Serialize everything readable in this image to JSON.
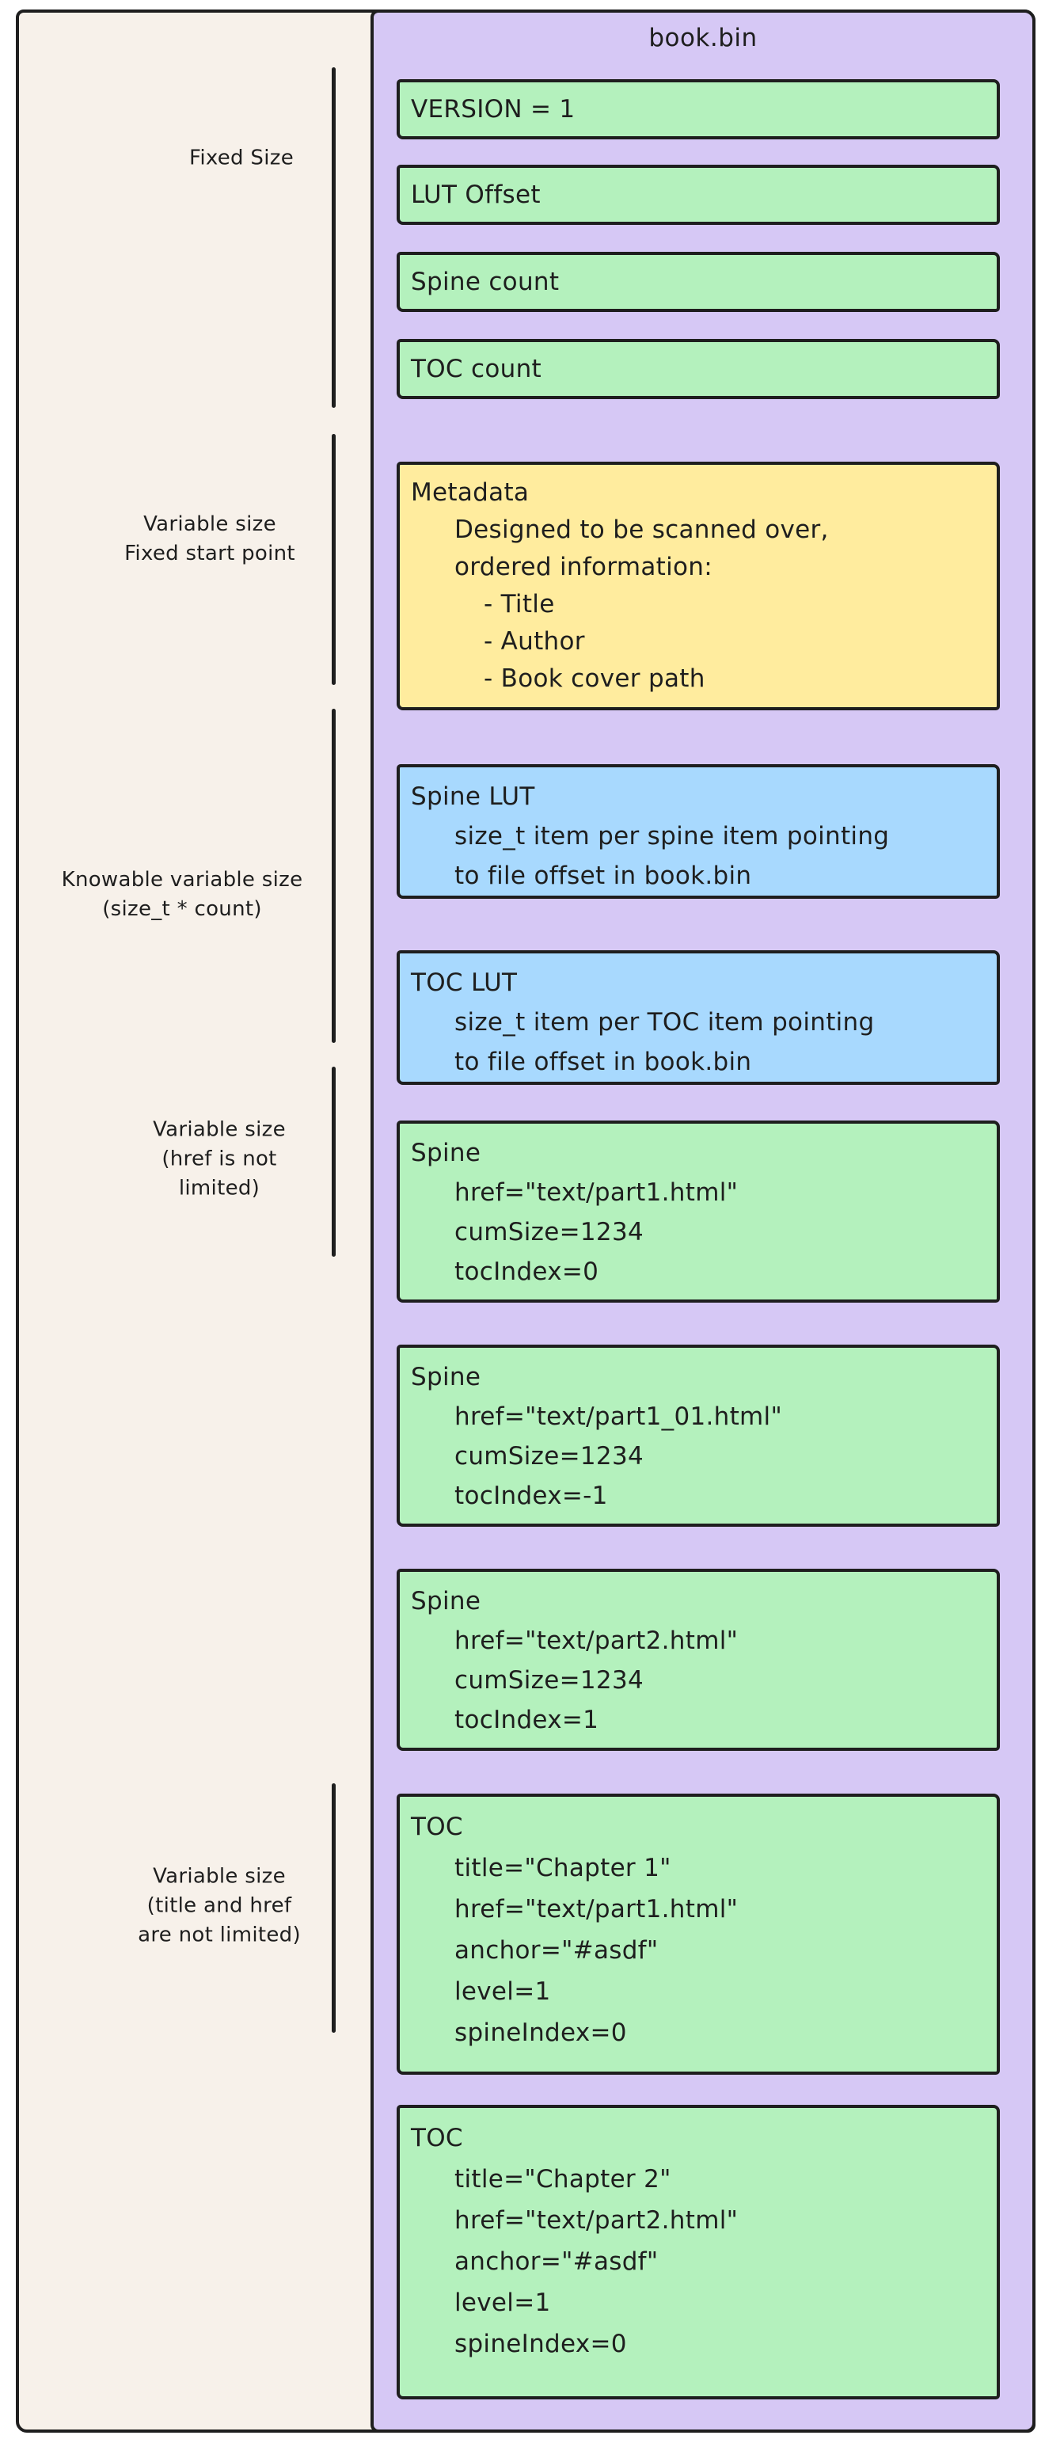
{
  "diagram": {
    "container_title": "book.bin",
    "colors": {
      "ink": "#1e1e1e",
      "page_background": "#ffffff",
      "outer_fill": "#f7f1ea",
      "container_purple": "#d6c8f5",
      "field_green": "#b4f1bd",
      "metadata_yellow": "#ffec9e",
      "lut_blue": "#a8d9fe"
    },
    "section_labels": [
      {
        "lines": [
          "Fixed Size"
        ]
      },
      {
        "lines": [
          "Variable size",
          "Fixed start point"
        ]
      },
      {
        "lines": [
          "Knowable variable size",
          "(size_t * count)"
        ]
      },
      {
        "lines": [
          "Variable size",
          "(href is not",
          "limited)"
        ]
      },
      {
        "lines": [
          "Variable size",
          "(title and href",
          "are not limited)"
        ]
      }
    ],
    "boxes": [
      {
        "color": "green",
        "lines": [
          {
            "t": "VERSION = 1",
            "in": 0
          }
        ]
      },
      {
        "color": "green",
        "lines": [
          {
            "t": "LUT Offset",
            "in": 0
          }
        ]
      },
      {
        "color": "green",
        "lines": [
          {
            "t": "Spine count",
            "in": 0
          }
        ]
      },
      {
        "color": "green",
        "lines": [
          {
            "t": "TOC count",
            "in": 0
          }
        ]
      },
      {
        "color": "yellow",
        "lines": [
          {
            "t": "Metadata",
            "in": 0
          },
          {
            "t": "Designed to be scanned over,",
            "in": 1
          },
          {
            "t": "ordered information:",
            "in": 1
          },
          {
            "t": "- Title",
            "in": 2
          },
          {
            "t": "- Author",
            "in": 2
          },
          {
            "t": "- Book cover path",
            "in": 2
          }
        ]
      },
      {
        "color": "blue",
        "lines": [
          {
            "t": "Spine LUT",
            "in": 0
          },
          {
            "t": "size_t item per spine item pointing",
            "in": 1
          },
          {
            "t": "to file offset in book.bin",
            "in": 1
          }
        ]
      },
      {
        "color": "blue",
        "lines": [
          {
            "t": "TOC LUT",
            "in": 0
          },
          {
            "t": "size_t item per TOC item pointing",
            "in": 1
          },
          {
            "t": "to file offset in book.bin",
            "in": 1
          }
        ]
      },
      {
        "color": "green",
        "lines": [
          {
            "t": "Spine",
            "in": 0
          },
          {
            "t": "href=\"text/part1.html\"",
            "in": 1
          },
          {
            "t": "cumSize=1234",
            "in": 1
          },
          {
            "t": "tocIndex=0",
            "in": 1
          }
        ]
      },
      {
        "color": "green",
        "lines": [
          {
            "t": "Spine",
            "in": 0
          },
          {
            "t": "href=\"text/part1_01.html\"",
            "in": 1
          },
          {
            "t": "cumSize=1234",
            "in": 1
          },
          {
            "t": "tocIndex=-1",
            "in": 1
          }
        ]
      },
      {
        "color": "green",
        "lines": [
          {
            "t": "Spine",
            "in": 0
          },
          {
            "t": "href=\"text/part2.html\"",
            "in": 1
          },
          {
            "t": "cumSize=1234",
            "in": 1
          },
          {
            "t": "tocIndex=1",
            "in": 1
          }
        ]
      },
      {
        "color": "green",
        "lines": [
          {
            "t": "TOC",
            "in": 0
          },
          {
            "t": "title=\"Chapter 1\"",
            "in": 1
          },
          {
            "t": "href=\"text/part1.html\"",
            "in": 1
          },
          {
            "t": "anchor=\"#asdf\"",
            "in": 1
          },
          {
            "t": "level=1",
            "in": 1
          },
          {
            "t": "spineIndex=0",
            "in": 1
          }
        ]
      },
      {
        "color": "green",
        "lines": [
          {
            "t": "TOC",
            "in": 0
          },
          {
            "t": "title=\"Chapter 2\"",
            "in": 1
          },
          {
            "t": "href=\"text/part2.html\"",
            "in": 1
          },
          {
            "t": "anchor=\"#asdf\"",
            "in": 1
          },
          {
            "t": "level=1",
            "in": 1
          },
          {
            "t": "spineIndex=0",
            "in": 1
          }
        ]
      }
    ]
  }
}
